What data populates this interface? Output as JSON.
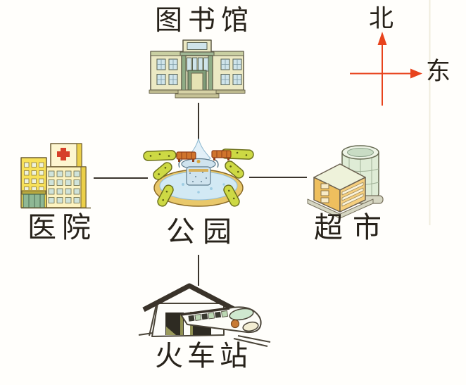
{
  "diagram": {
    "type": "textbook-location-map",
    "places": {
      "library": {
        "label": "图书馆"
      },
      "hospital": {
        "label": "医院"
      },
      "park": {
        "label": "公园"
      },
      "supermarket": {
        "label": "超市"
      },
      "train_station": {
        "label": "火车站"
      }
    },
    "compass": {
      "north": "北",
      "east": "东",
      "arrow_color": "#e8431c"
    },
    "connections": [
      {
        "from": "park",
        "to": "library"
      },
      {
        "from": "park",
        "to": "hospital"
      },
      {
        "from": "park",
        "to": "supermarket"
      },
      {
        "from": "park",
        "to": "train_station"
      }
    ],
    "colors": {
      "text": "#27221a",
      "connector_line": "#3a342c",
      "library_wall": "#ece9c4",
      "library_green_trim": "#8fac86",
      "window_blue": "#cfe4ea",
      "hospital_yellow": "#f8e158",
      "hospital_cream": "#fdf3c0",
      "red_cross": "#d6402a",
      "park_water": "#d2e9f4",
      "park_pool_rim": "#e9c86a",
      "hedge_green": "#cdd944",
      "bench_orange": "#d0742c",
      "market_orange_face": "#eebf5e",
      "market_pale_green": "#dfecd6",
      "station_roof_dark": "#3a332a",
      "train_window_green": "#bcd8b4"
    }
  }
}
